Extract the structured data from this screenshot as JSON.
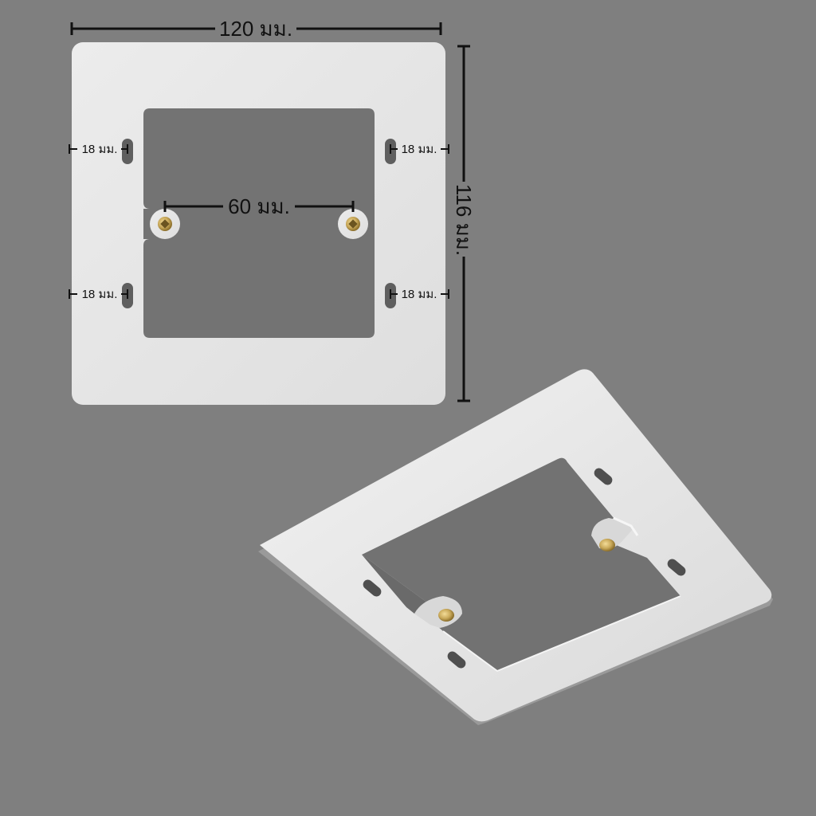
{
  "dimensions": {
    "width_label": "120 มม.",
    "height_label": "116 มม.",
    "hole_spacing_label": "60 มม.",
    "slot_labels": [
      "18 มม.",
      "18 มม.",
      "18 มม.",
      "18 มม."
    ]
  },
  "colors": {
    "background": "#7f7f7f",
    "plate": "#e6e6e6",
    "cutout": "#737373",
    "dimension_line": "#111111",
    "screw_brass": "#c9a95a"
  }
}
